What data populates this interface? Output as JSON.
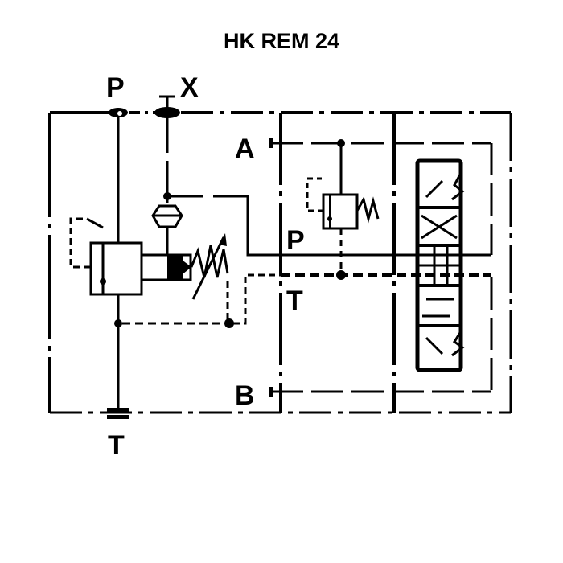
{
  "title": "HK REM 24",
  "ports": {
    "p_main": "P",
    "x_pilot": "X",
    "t_main": "T",
    "a_port": "A",
    "b_port": "B",
    "p_valve": "P",
    "t_valve": "T"
  },
  "colors": {
    "line": "#000000",
    "background": "#ffffff"
  }
}
